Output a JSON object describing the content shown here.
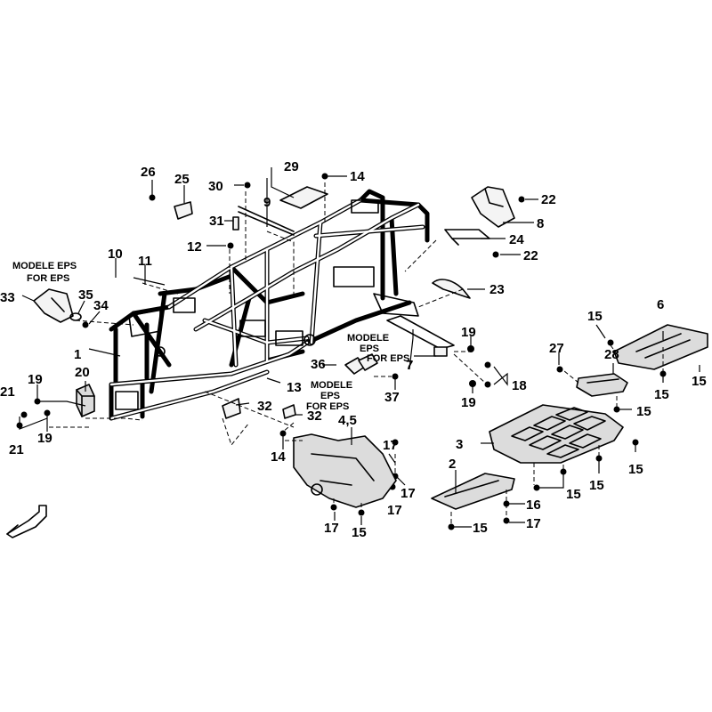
{
  "callouts": {
    "c1": "1",
    "c2": "2",
    "c3": "3",
    "c45": "4,5",
    "c6": "6",
    "c7": "7",
    "c8": "8",
    "c9": "9",
    "c10": "10",
    "c11": "11",
    "c12": "12",
    "c13": "13",
    "c14a": "14",
    "c14b": "14",
    "c15a": "15",
    "c15b": "15",
    "c15c": "15",
    "c15d": "15",
    "c15e": "15",
    "c15f": "15",
    "c15g": "15",
    "c15h": "15",
    "c15i": "15",
    "c16": "16",
    "c17a": "17",
    "c17b": "17",
    "c17c": "17",
    "c17d": "17",
    "c17e": "17",
    "c18": "18",
    "c19a": "19",
    "c19b": "19",
    "c19c": "19",
    "c19d": "19",
    "c20": "20",
    "c21a": "21",
    "c21b": "21",
    "c22a": "22",
    "c22b": "22",
    "c23": "23",
    "c24": "24",
    "c25": "25",
    "c26": "26",
    "c27": "27",
    "c28": "28",
    "c29": "29",
    "c30": "30",
    "c31": "31",
    "c32a": "32",
    "c32b": "32",
    "c33": "33",
    "c34": "34",
    "c35": "35",
    "c36": "36",
    "c37": "37"
  },
  "notes": {
    "eps_left_1": "MODELE EPS",
    "eps_left_2": "FOR EPS",
    "eps_mid_1": "MODELE",
    "eps_mid_2": "EPS",
    "eps_mid_3": "FOR EPS",
    "eps_low_1": "MODELE",
    "eps_low_2": "EPS",
    "eps_low_3": "FOR EPS"
  },
  "icons": {
    "direction": "front-arrow-icon",
    "fastener": "bolt-icon"
  }
}
